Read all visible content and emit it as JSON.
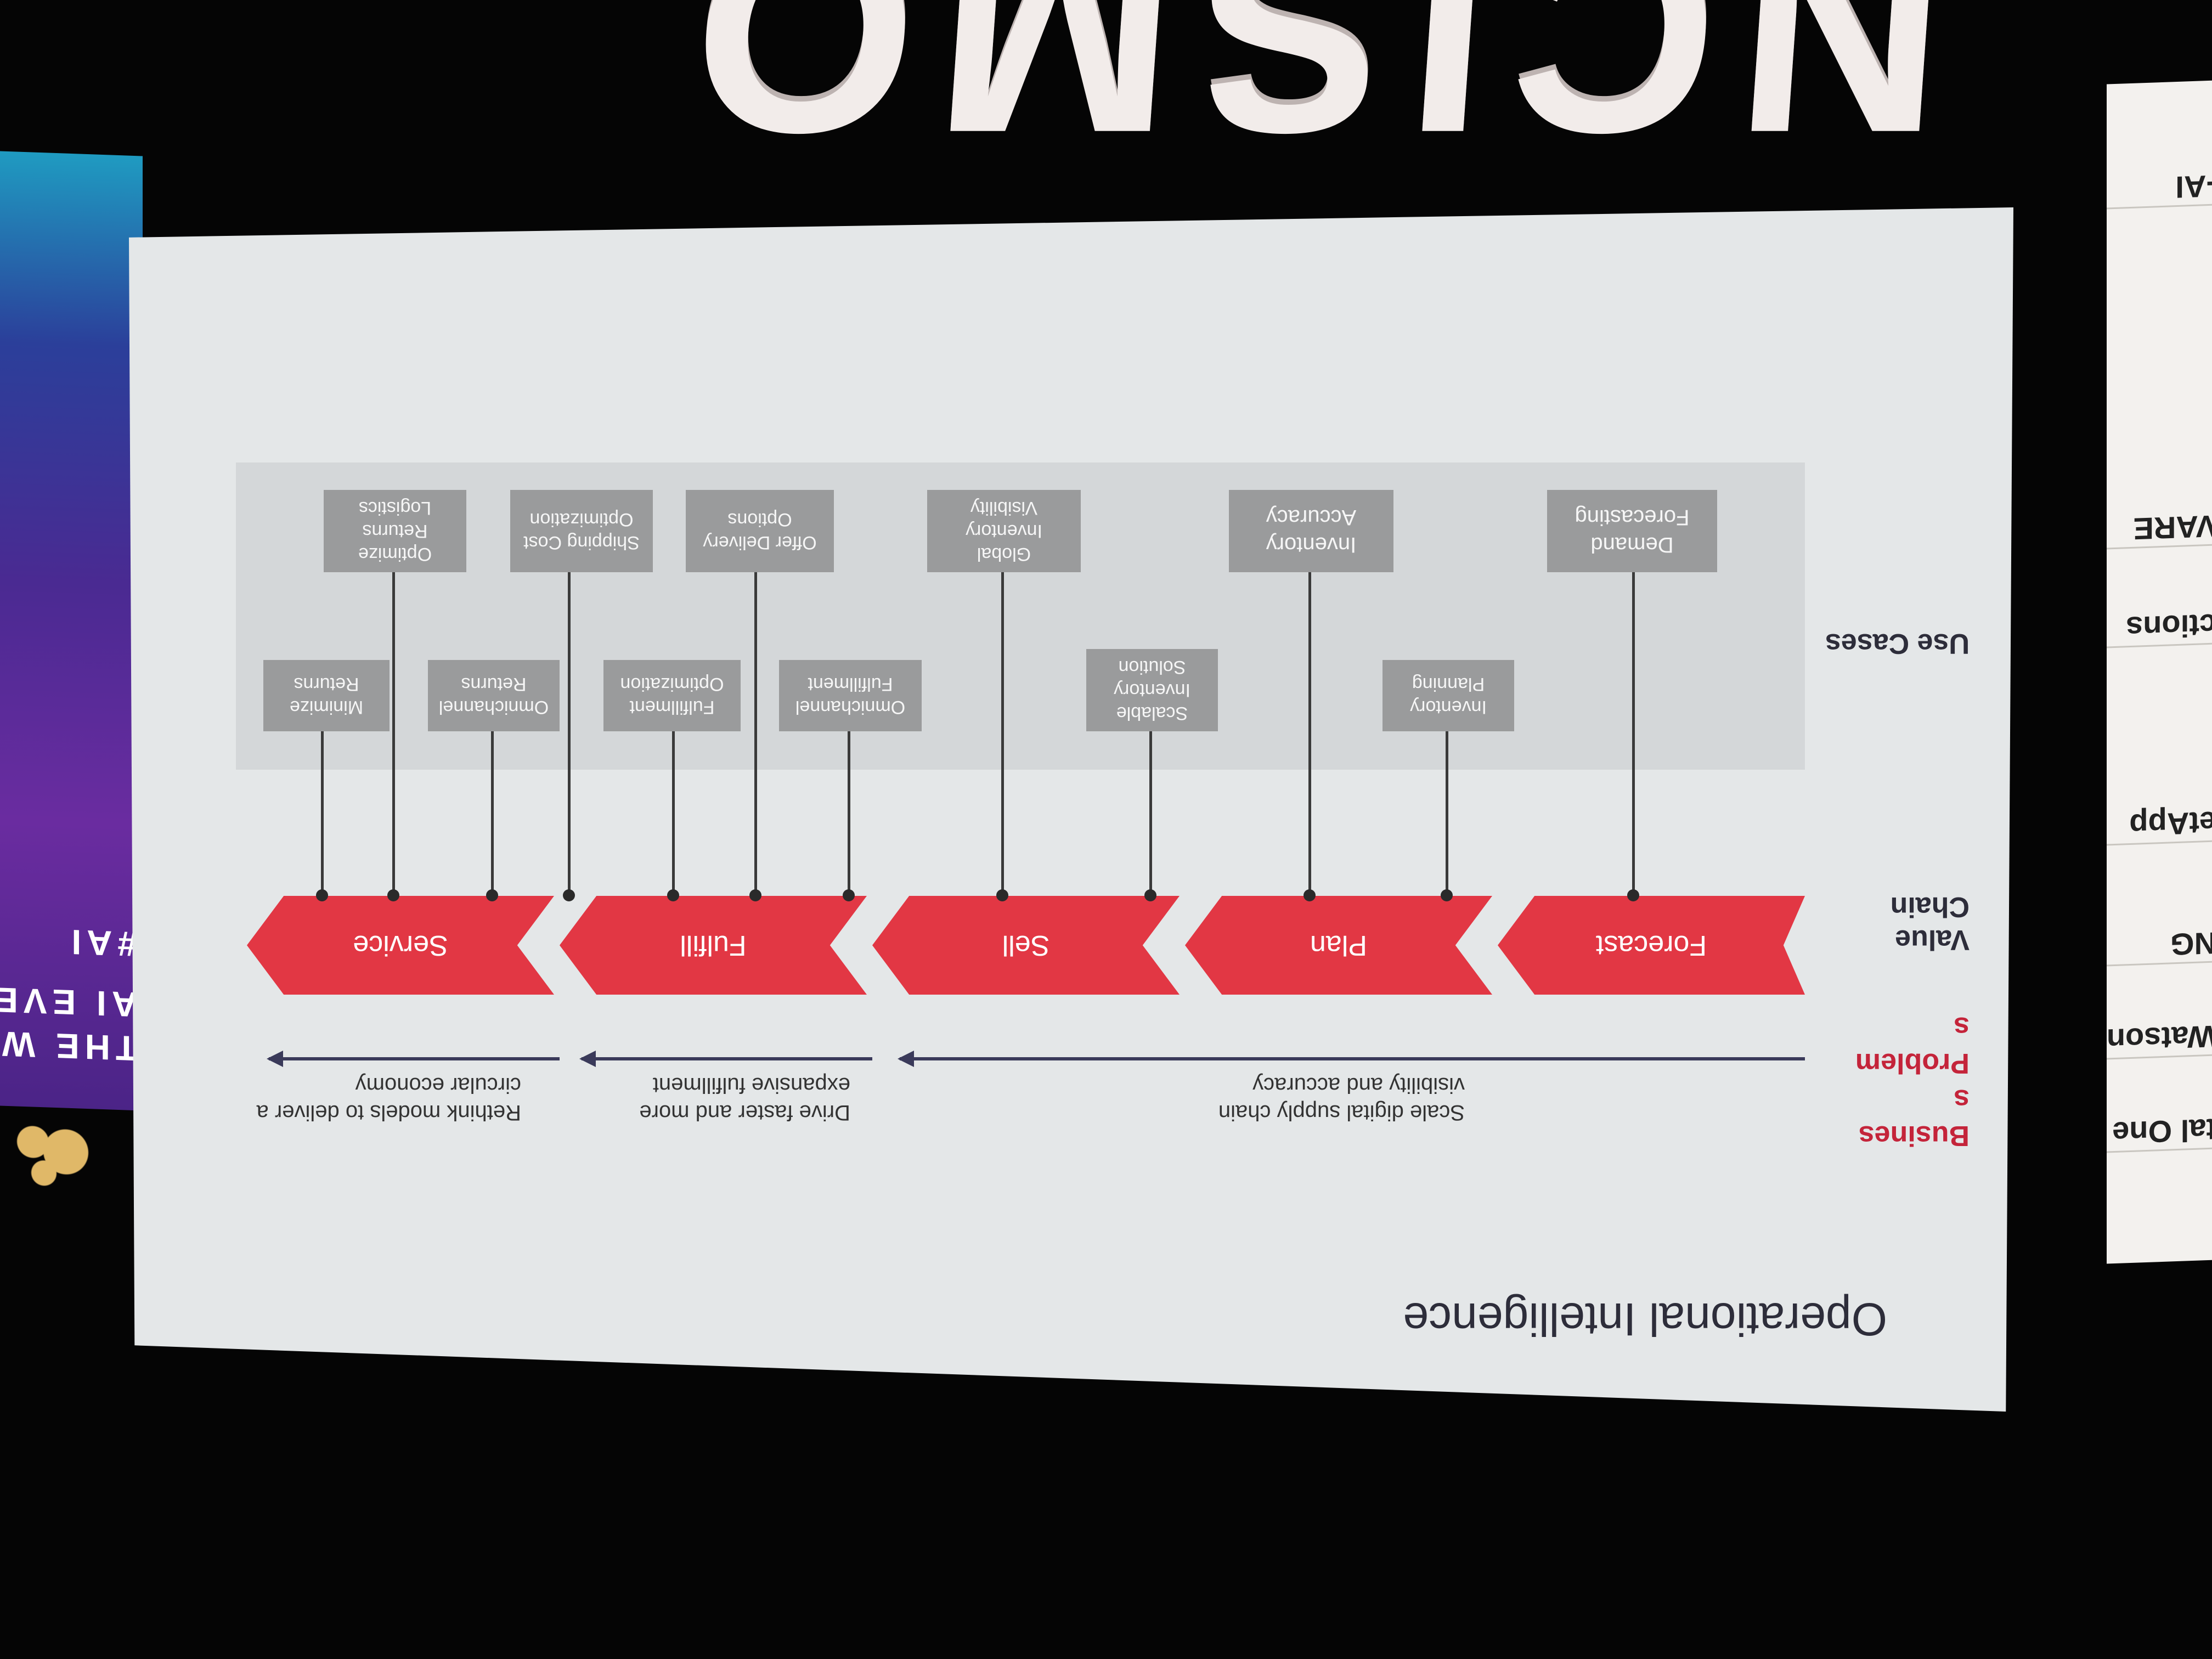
{
  "backdrop": {
    "big_letters": "NCISMO",
    "left_banner": {
      "line1": "THE W",
      "line2": "AI EVE",
      "hashtag": "#AI"
    },
    "right_banner": {
      "sponsors": [
        "tal One",
        "Watson",
        "NG",
        "etApp",
        "ctions",
        "VARE",
        "-AI"
      ]
    }
  },
  "slide": {
    "title": "Operational Intelligence",
    "rows": {
      "business_problems": "Busines\ns\nProblem\ns",
      "value_chain": "Value Chain",
      "use_cases": "Use Cases"
    },
    "problems": [
      "Scale digital supply chain\nvisibility and accuracy",
      "Drive faster and more\nexpansive fulfillment",
      "Rethink models to deliver a\ncircular economy"
    ],
    "chain": [
      "Forecast",
      "Plan",
      "Sell",
      "Fulfill",
      "Service"
    ],
    "use_cases_upper": [
      "Demand\nForecasting",
      "Inventory\nAccuracy",
      "Global\nInventory\nVisibility",
      "Offer Delivery\nOptions",
      "Shipping Cost\nOptimization",
      "Optimize\nReturns\nLogistics"
    ],
    "use_cases_lower": [
      "Inventory\nPlanning",
      "Scalable\nInventory\nSolution",
      "Omnichannel\nFulfillment",
      "Fulfillment\nOptimization",
      "Omnichannel\nReturns",
      "Minimize\nReturns"
    ]
  },
  "colors": {
    "accent_red": "#e23744",
    "title_red": "#c4243a",
    "box_gray": "#9a9b9c",
    "screen": "#e4e7e8"
  }
}
